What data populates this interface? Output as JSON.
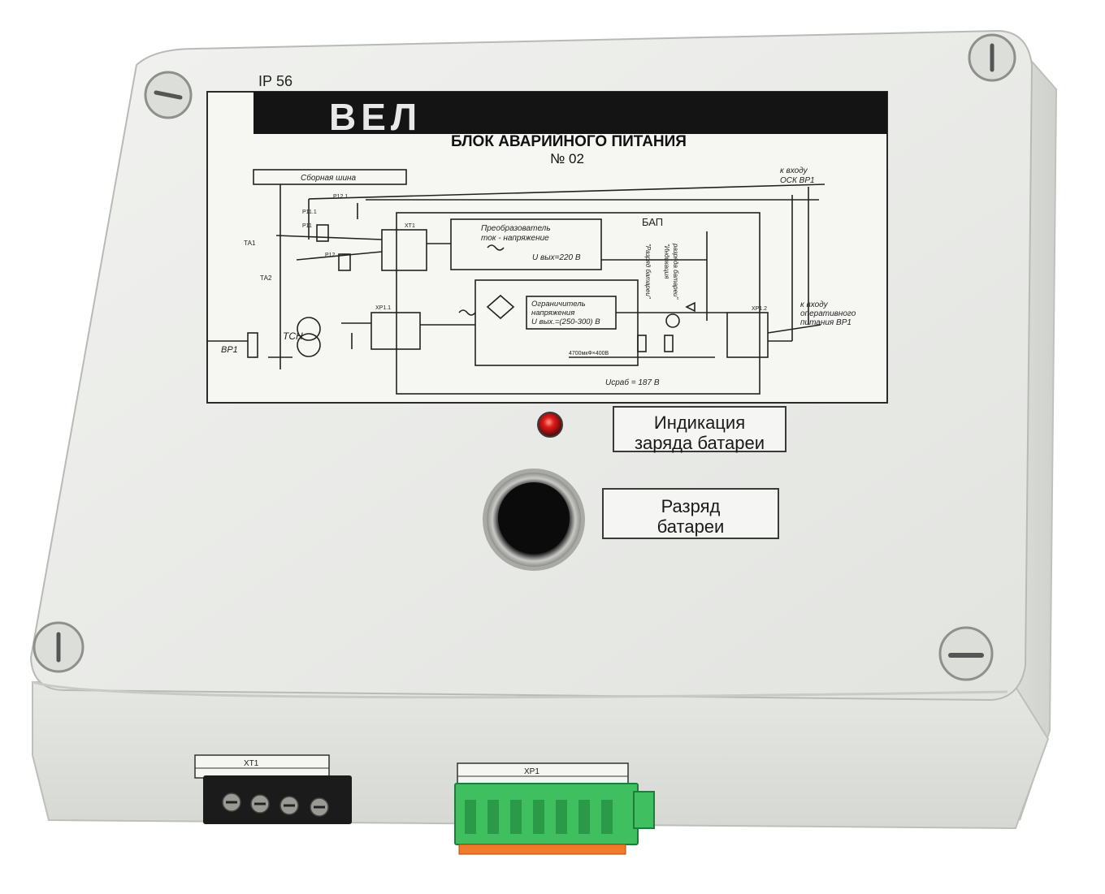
{
  "brand": "ВЕЛ",
  "device_title": "БЛОК АВАРИЙНОГО ПИТАНИЯ",
  "device_number": "№ 02",
  "schematic": {
    "bus_label": "Сборная шина",
    "bap_label": "БАП",
    "converter_line1": "Преобразователь",
    "converter_line2": "ток - напряжение",
    "converter_out": "U вых=220 В",
    "limiter_line1": "Ограничитель",
    "limiter_line2": "напряжения",
    "limiter_out": "U вых.=(250-300) В",
    "osk_input_line1": "к входу",
    "osk_input_line2": "ОСК ВР1",
    "op_input_line1": "к входу",
    "op_input_line2": "оперативного",
    "op_input_line3": "питания ВР1",
    "tsn_label": "ТСН",
    "br1_label": "ВР1",
    "ta1_label": "ТА1",
    "ta2_label": "ТА2",
    "u_sr": "Uсраб = 187 В",
    "capacitor": "4700мкФ×400В",
    "discharge_label": "\"Разряд батареи\"",
    "indication_label_1": "\"Индикация",
    "indication_label_2": "разряда батареи\"",
    "xt1": "ХТ1",
    "xp1_1": "ХР1.1",
    "xp1_2": "ХР1.2",
    "p11": "Р11",
    "p12": "Р12",
    "p11_1": "Р11.1",
    "p12_1": "Р12.1"
  },
  "indicator_label_line1": "Индикация",
  "indicator_label_line2": "заряда батареи",
  "button_label_line1": "Разряд",
  "button_label_line2": "батареи",
  "connector_left_label": "ХТ1",
  "connector_right_label": "ХР1",
  "colors": {
    "housing": "#e9ebe8",
    "header_bar": "#141414",
    "led": "#d9141a",
    "connector_green": "#3fbf5f",
    "connector_orange": "#f07a2a",
    "terminal_black": "#1b1b1b"
  }
}
